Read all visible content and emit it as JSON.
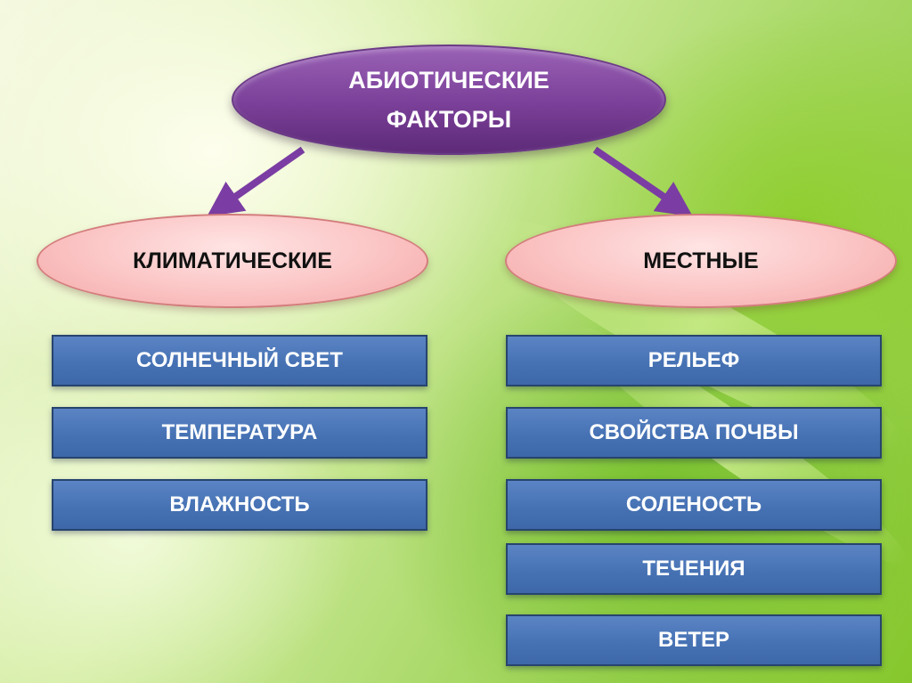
{
  "title": {
    "line1": "АБИОТИЧЕСКИЕ",
    "line2": "ФАКТОРЫ"
  },
  "categories": {
    "climatic": {
      "label": "КЛИМАТИЧЕСКИЕ",
      "items": [
        "СОЛНЕЧНЫЙ СВЕТ",
        "ТЕМПЕРАТУРА",
        "ВЛАЖНОСТЬ"
      ]
    },
    "local": {
      "label": "МЕСТНЫЕ",
      "items": [
        "РЕЛЬЕФ",
        "СВОЙСТВА ПОЧВЫ",
        "СОЛЕНОСТЬ",
        "ТЕЧЕНИЯ",
        "ВЕТЕР"
      ]
    }
  },
  "colors": {
    "title_ellipse": "#7a3f98",
    "category_ellipse": "#fbc4c4",
    "item_box": "#4672b4",
    "arrow": "#7b3da3"
  }
}
